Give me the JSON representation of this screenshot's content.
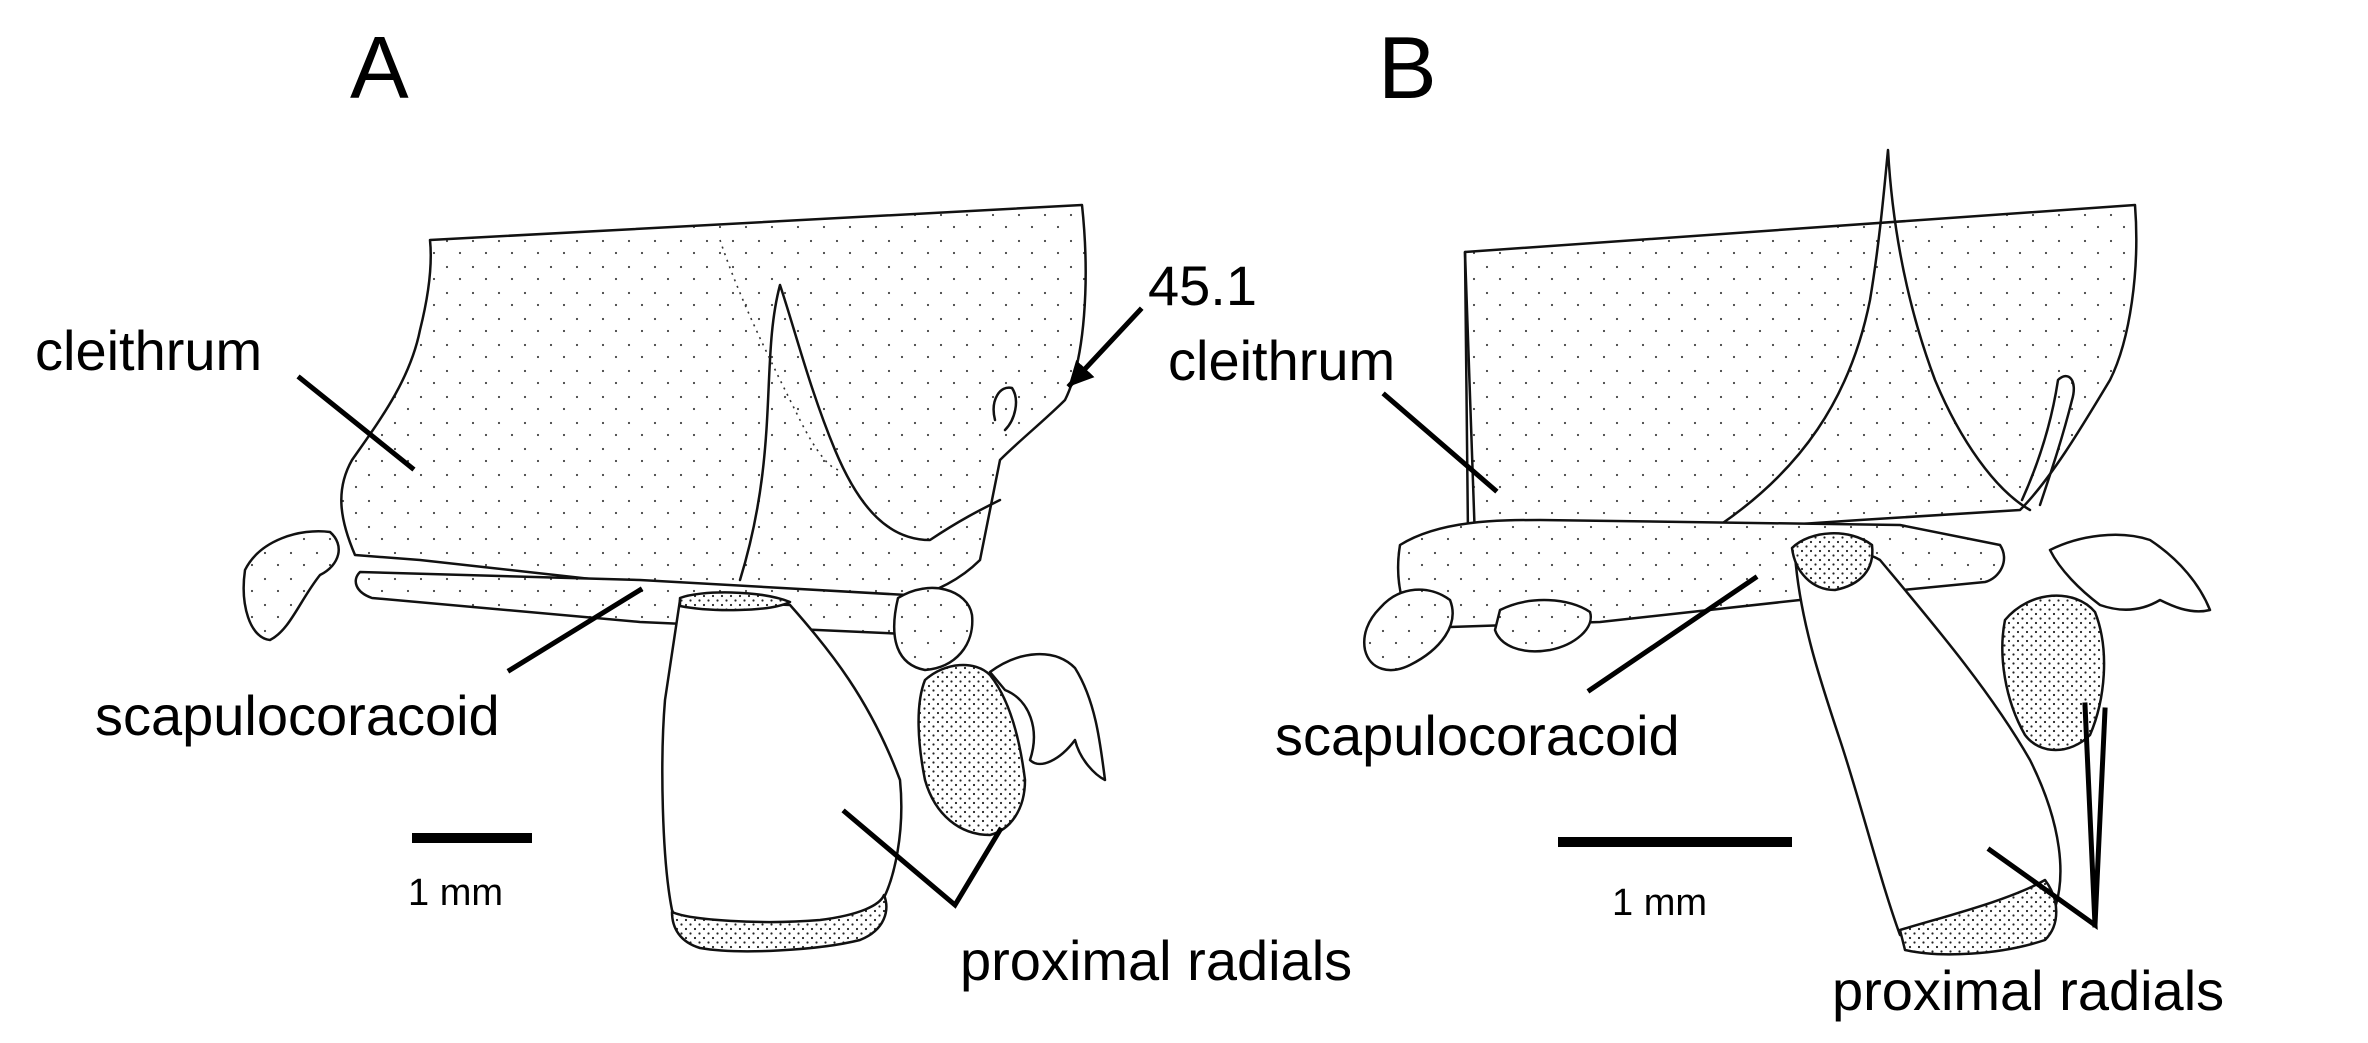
{
  "panels": {
    "a": {
      "letter": "A",
      "labels": {
        "cleithrum": "cleithrum",
        "scapulocoracoid": "scapulocoracoid",
        "proximal_radials": "proximal radials",
        "character": "45.1"
      },
      "scale": "1 mm"
    },
    "b": {
      "letter": "B",
      "labels": {
        "cleithrum": "cleithrum",
        "scapulocoracoid": "scapulocoracoid",
        "proximal_radials": "proximal radials"
      },
      "scale": "1 mm"
    }
  }
}
